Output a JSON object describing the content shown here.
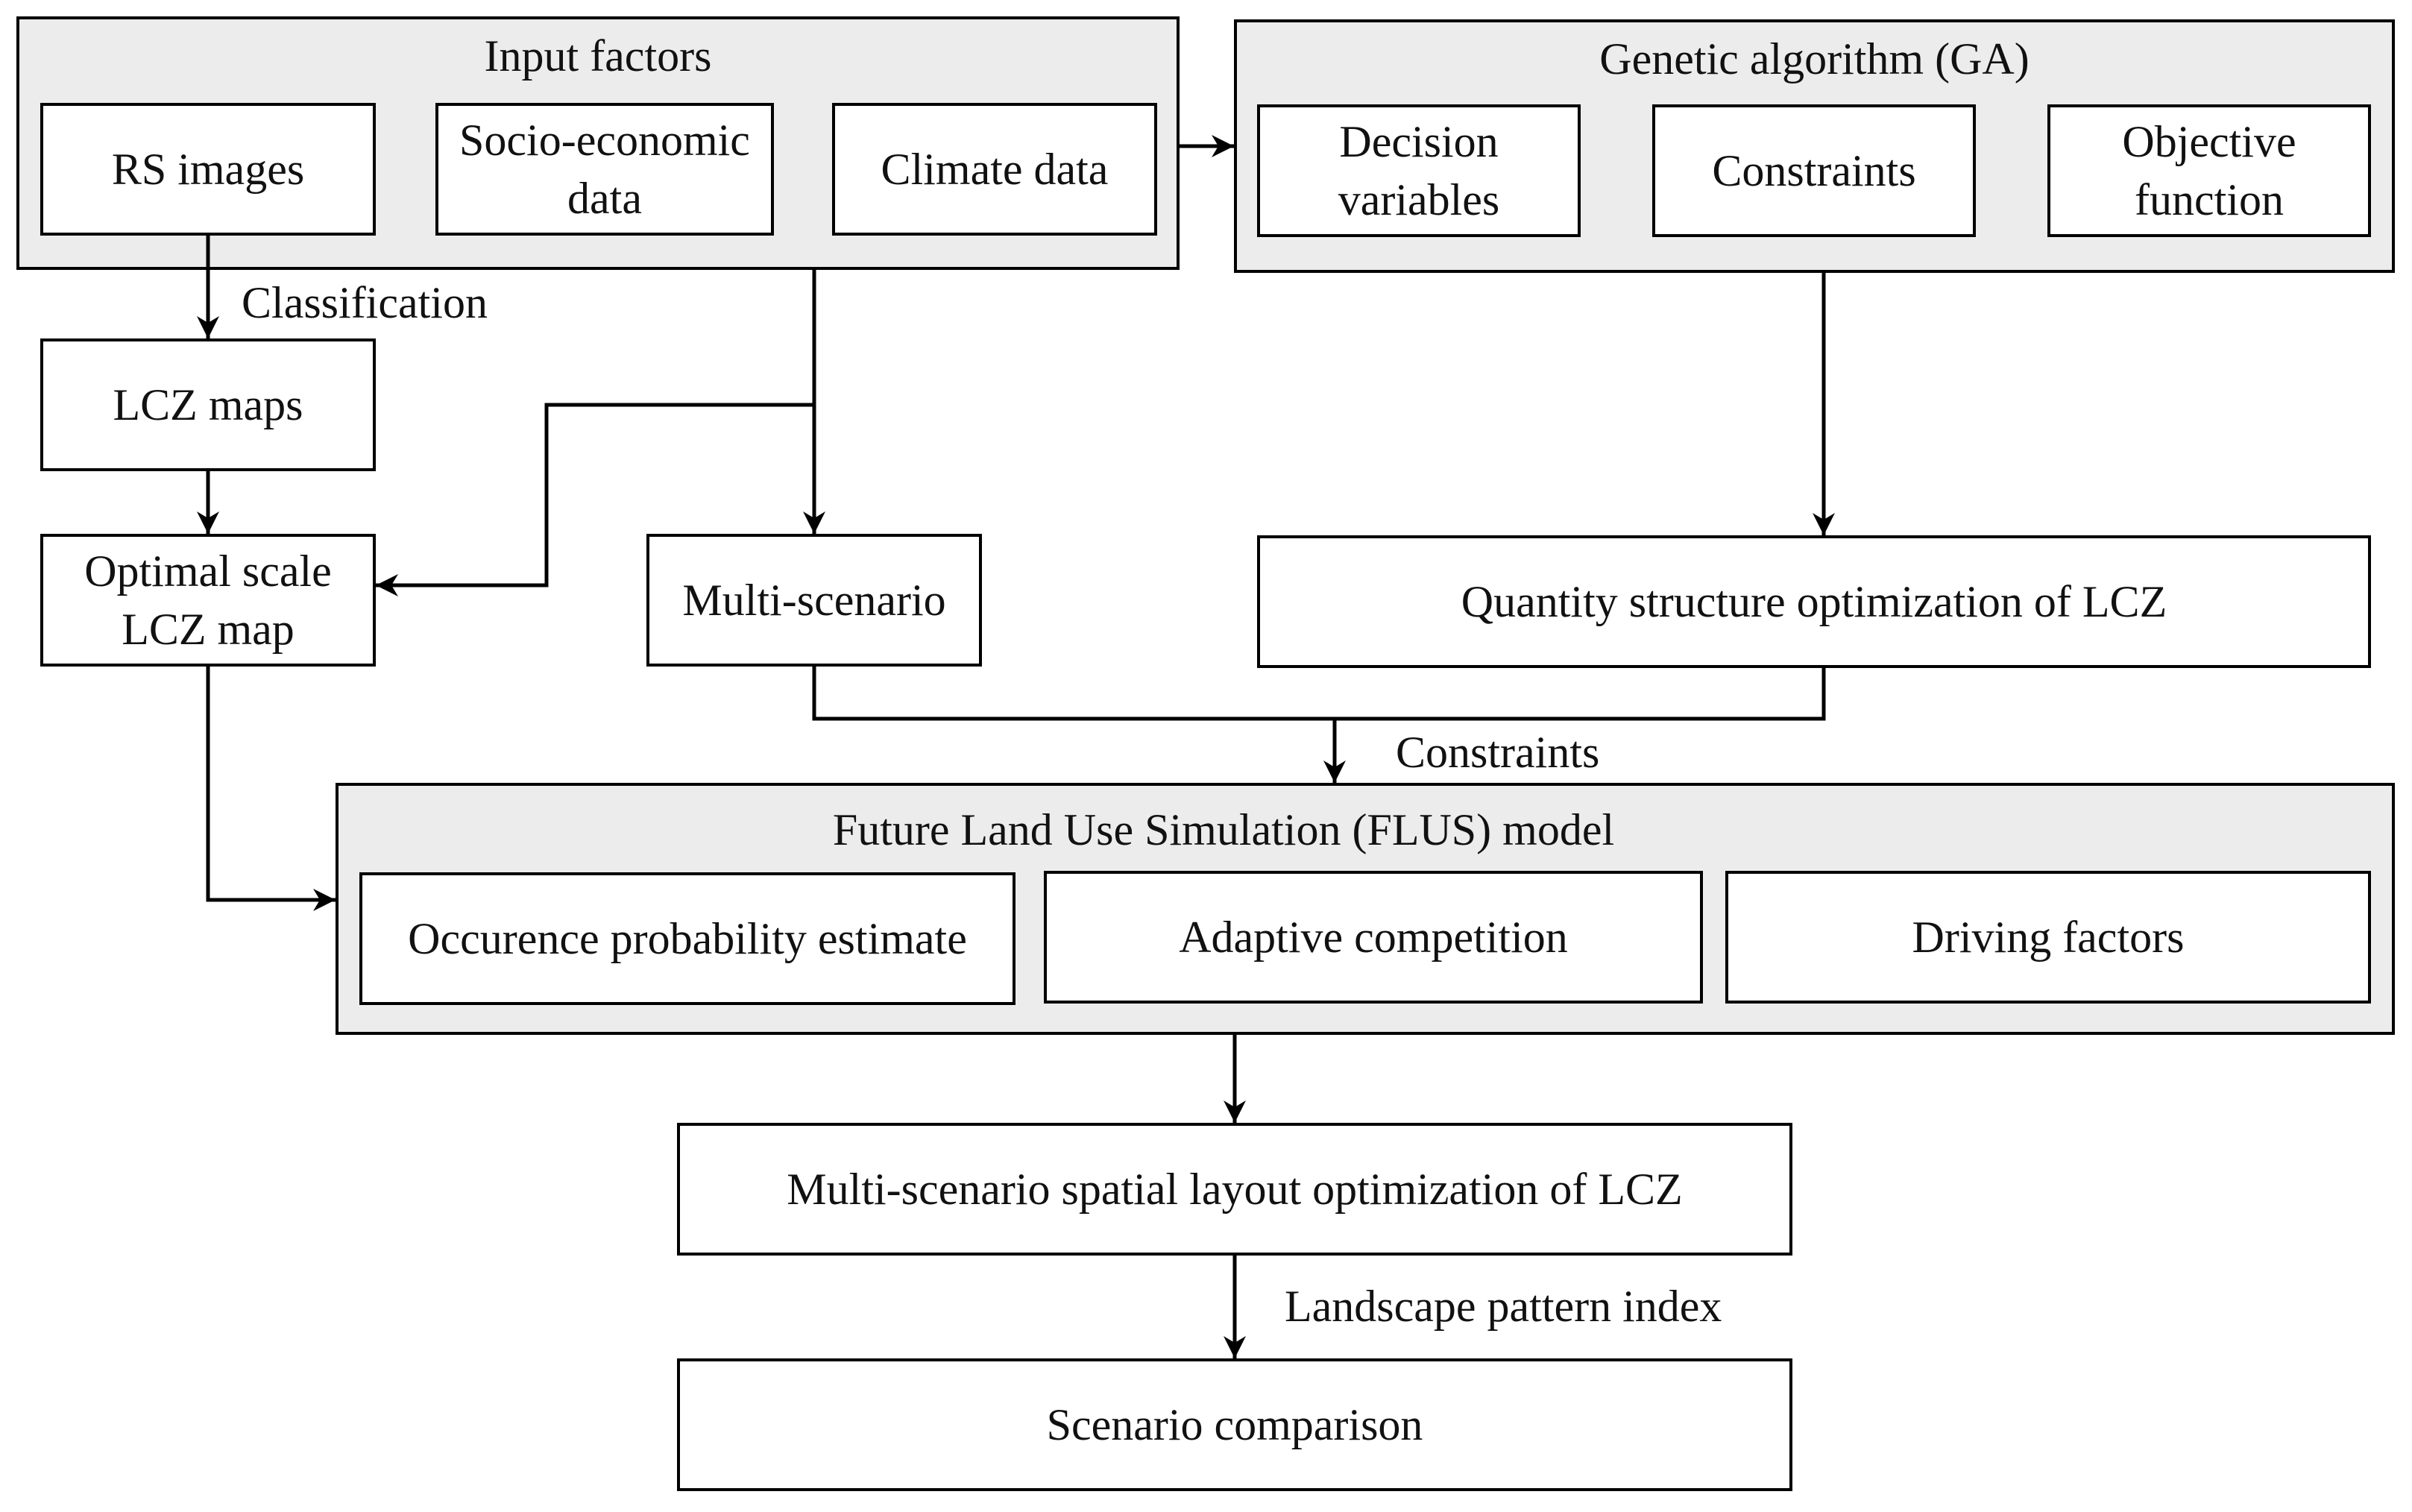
{
  "input_factors": {
    "title": "Input factors",
    "rs_images": "RS images",
    "socio_economic": [
      "Socio-economic",
      "data"
    ],
    "climate_data": "Climate data"
  },
  "genetic_algorithm": {
    "title": "Genetic algorithm (GA)",
    "decision_variables": [
      "Decision",
      "variables"
    ],
    "constraints": "Constraints",
    "objective_function": [
      "Objective",
      "function"
    ]
  },
  "classification_label": "Classification",
  "lcz_maps": "LCZ maps",
  "optimal_scale": [
    "Optimal scale",
    "LCZ map"
  ],
  "multi_scenario": "Multi-scenario",
  "quantity_structure": "Quantity structure optimization of LCZ",
  "constraints_label": "Constraints",
  "flus_model": {
    "title": "Future Land Use Simulation (FLUS) model",
    "occurrence": "Occurence probability estimate",
    "adaptive": "Adaptive competition",
    "driving": "Driving factors"
  },
  "spatial_layout": "Multi-scenario spatial layout optimization of LCZ",
  "landscape_label": "Landscape pattern index",
  "scenario_comparison": "Scenario comparison"
}
